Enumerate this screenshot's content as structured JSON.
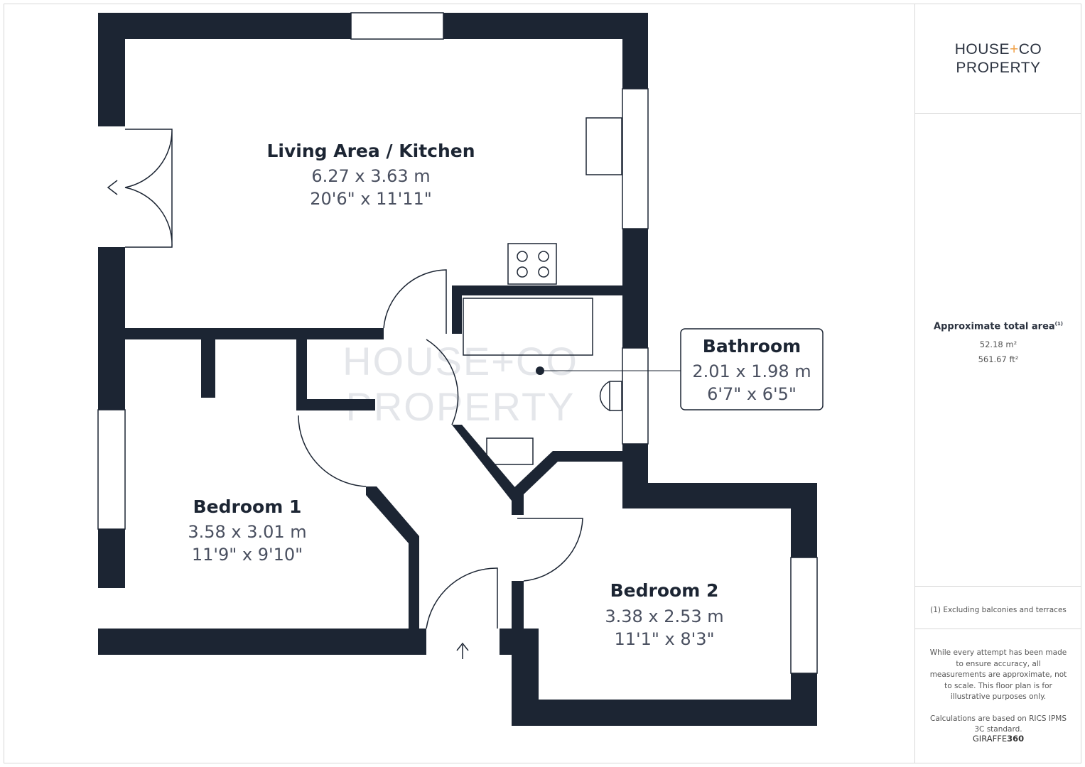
{
  "brand": {
    "line1_a": "HOUSE",
    "line1_plus": "+",
    "line1_b": "CO",
    "line2": "PROPERTY"
  },
  "watermark": {
    "line1": "HOUSE+CO",
    "line2": "PROPERTY"
  },
  "rooms": [
    {
      "name": "Living Area / Kitchen",
      "metric": "6.27 x 3.63 m",
      "imperial": "20'6\" x 11'11\""
    },
    {
      "name": "Bathroom",
      "metric": "2.01 x 1.98 m",
      "imperial": "6'7\" x 6'5\""
    },
    {
      "name": "Bedroom 1",
      "metric": "3.58 x 3.01 m",
      "imperial": "11'9\" x 9'10\""
    },
    {
      "name": "Bedroom 2",
      "metric": "3.38 x 2.53 m",
      "imperial": "11'1\" x 8'3\""
    }
  ],
  "area": {
    "title": "Approximate total area",
    "footnote_mark": "(1)",
    "metric": "52.18 m²",
    "imperial": "561.67 ft²"
  },
  "note": "(1) Excluding balconies and terraces",
  "disclaimer": "While every attempt has been made to ensure accuracy, all measurements are approximate, not to scale. This floor plan is for illustrative purposes only.",
  "calculation": "Calculations are based on RICS IPMS 3C standard.",
  "maker": {
    "a": "GIRAFFE",
    "b": "360"
  },
  "colors": {
    "wall": "#1c2533",
    "accent": "#f0a046"
  }
}
